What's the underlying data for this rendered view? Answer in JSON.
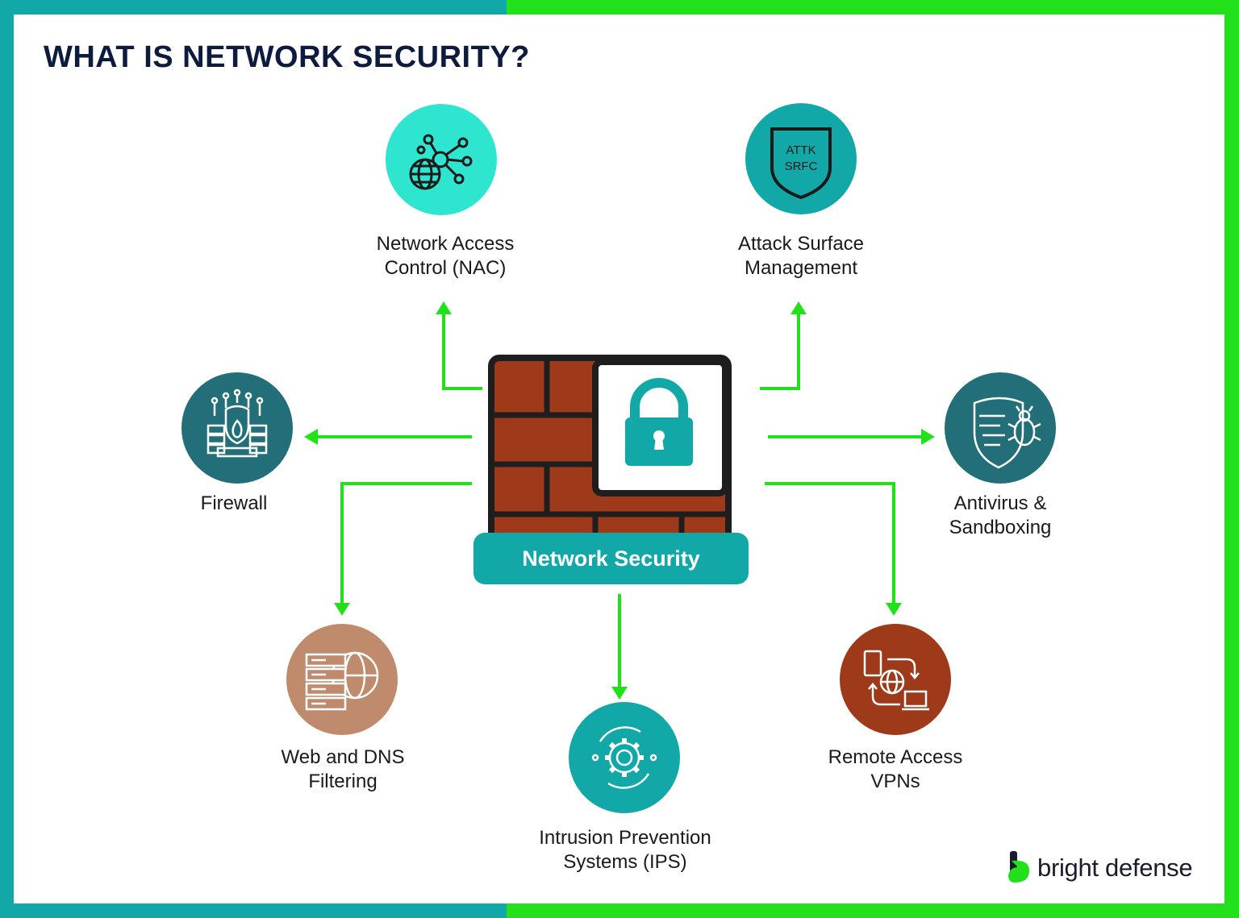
{
  "title": "WHAT IS NETWORK SECURITY?",
  "center": {
    "label": "Network Security"
  },
  "nodes": [
    {
      "id": "nac",
      "line1": "Network Access",
      "line2": "Control (NAC)",
      "color": "#2ee6d0",
      "icon": "network-globe-icon"
    },
    {
      "id": "asm",
      "line1": "Attack Surface",
      "line2": "Management",
      "color": "#12a8a8",
      "icon": "shield-icon",
      "icon_text1": "ATTK",
      "icon_text2": "SRFC"
    },
    {
      "id": "firewall",
      "line1": "Firewall",
      "line2": "",
      "color": "#226f7a",
      "icon": "firewall-icon"
    },
    {
      "id": "antivirus",
      "line1": "Antivirus &",
      "line2": "Sandboxing",
      "color": "#226f7a",
      "icon": "bug-shield-icon"
    },
    {
      "id": "web-dns",
      "line1": "Web and DNS",
      "line2": "Filtering",
      "color": "#c08a6c",
      "icon": "server-globe-icon"
    },
    {
      "id": "ips",
      "line1": "Intrusion Prevention",
      "line2": "Systems (IPS)",
      "color": "#12a8a8",
      "icon": "gear-cycle-icon"
    },
    {
      "id": "vpn",
      "line1": "Remote Access",
      "line2": "VPNs",
      "color": "#9e3a1a",
      "icon": "remote-devices-icon"
    }
  ],
  "colors": {
    "arrow": "#22e01a",
    "brick": "#9e3a1a",
    "teal": "#12a8a8",
    "border_left": "#12a8a8",
    "border_right": "#22e01a",
    "title": "#0d1b3e"
  },
  "brand": {
    "name": "bright defense"
  }
}
